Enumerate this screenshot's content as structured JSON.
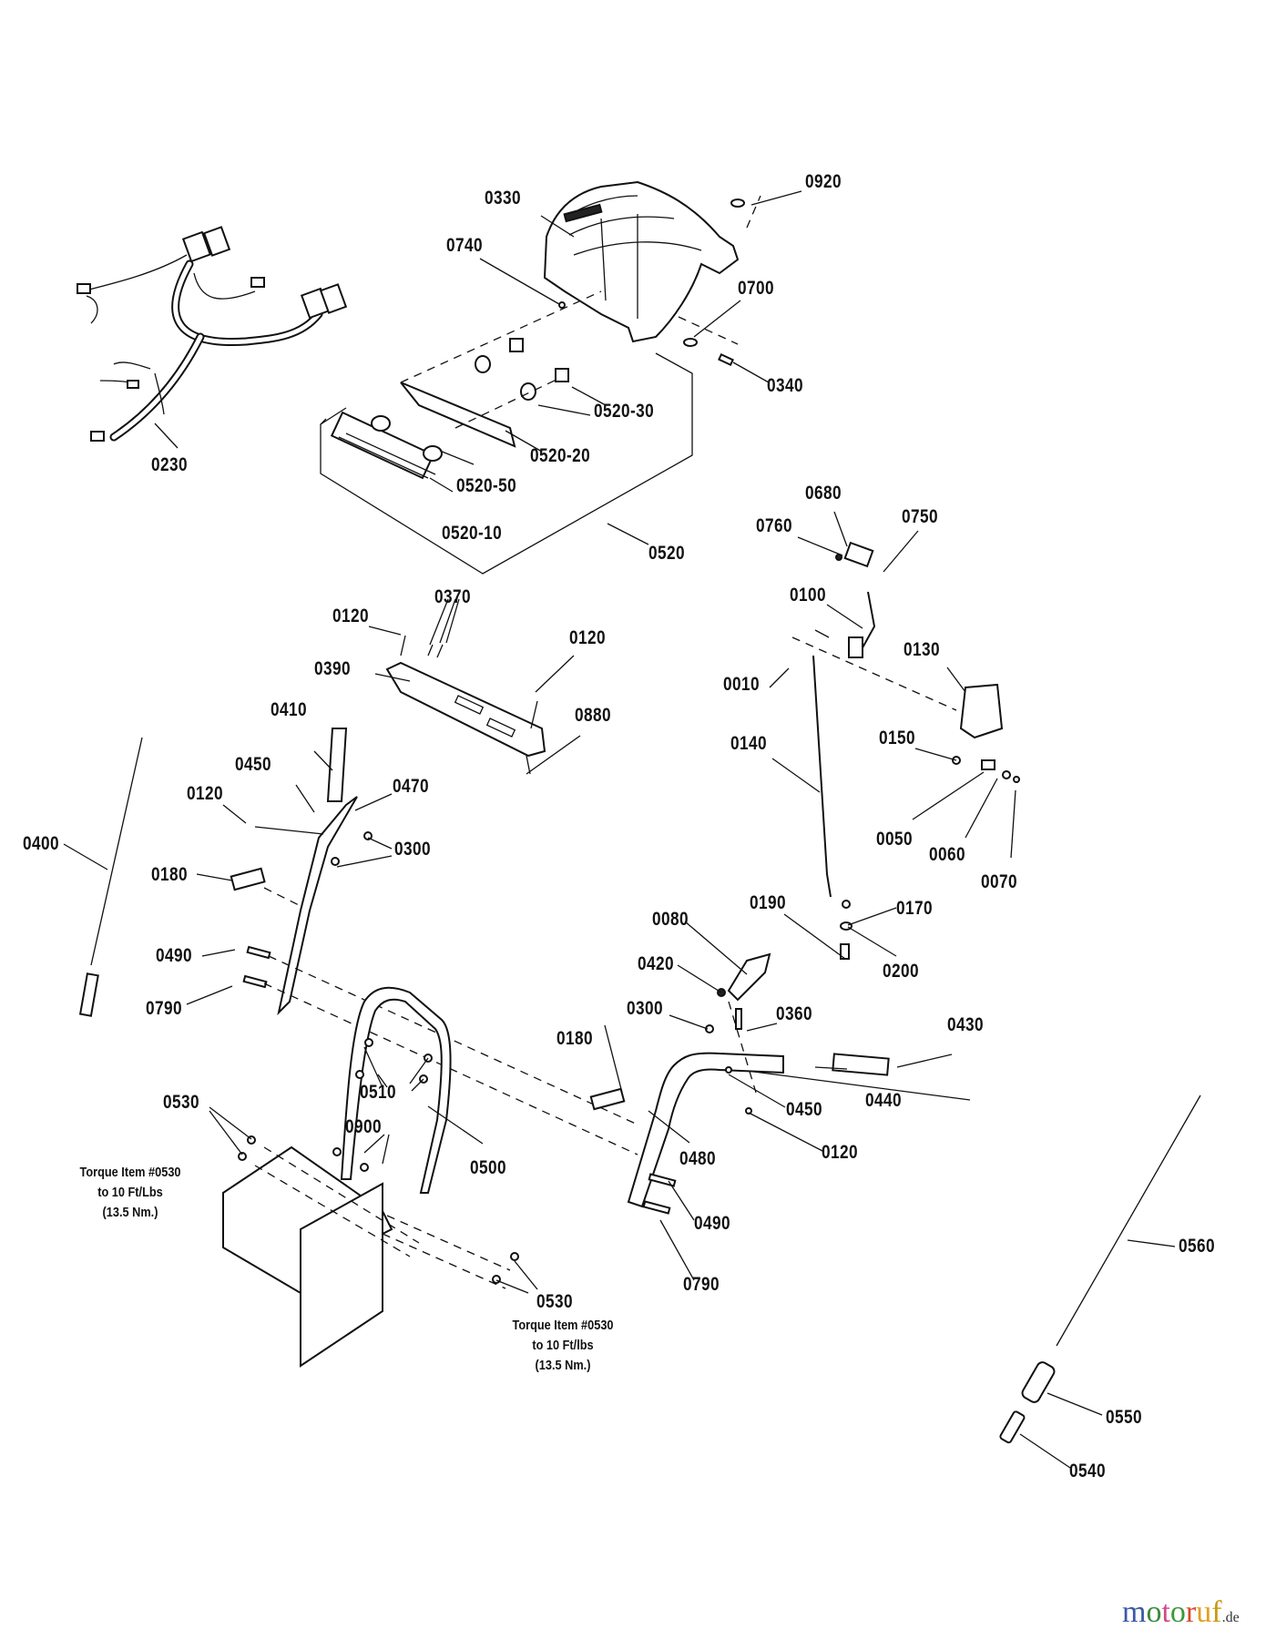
{
  "diagram": {
    "type": "exploded-parts-diagram",
    "subject": "Snow thrower handle, dash panel and control linkage assembly",
    "part_labels": [
      {
        "id": "0920",
        "text": "0920"
      },
      {
        "id": "0330",
        "text": "0330"
      },
      {
        "id": "0740",
        "text": "0740"
      },
      {
        "id": "0700",
        "text": "0700"
      },
      {
        "id": "0340",
        "text": "0340"
      },
      {
        "id": "0520-30",
        "text": "0520-30"
      },
      {
        "id": "0520-20",
        "text": "0520-20"
      },
      {
        "id": "0520-50",
        "text": "0520-50"
      },
      {
        "id": "0520-10",
        "text": "0520-10"
      },
      {
        "id": "0520",
        "text": "0520"
      },
      {
        "id": "0230",
        "text": "0230"
      },
      {
        "id": "0680",
        "text": "0680"
      },
      {
        "id": "0760",
        "text": "0760"
      },
      {
        "id": "0750",
        "text": "0750"
      },
      {
        "id": "0100",
        "text": "0100"
      },
      {
        "id": "0010",
        "text": "0010"
      },
      {
        "id": "0130",
        "text": "0130"
      },
      {
        "id": "0140",
        "text": "0140"
      },
      {
        "id": "0150",
        "text": "0150"
      },
      {
        "id": "0050",
        "text": "0050"
      },
      {
        "id": "0060",
        "text": "0060"
      },
      {
        "id": "0070",
        "text": "0070"
      },
      {
        "id": "0120-a",
        "text": "0120"
      },
      {
        "id": "0370",
        "text": "0370"
      },
      {
        "id": "0120-b",
        "text": "0120"
      },
      {
        "id": "0390",
        "text": "0390"
      },
      {
        "id": "0880",
        "text": "0880"
      },
      {
        "id": "0410",
        "text": "0410"
      },
      {
        "id": "0450-a",
        "text": "0450"
      },
      {
        "id": "0120-c",
        "text": "0120"
      },
      {
        "id": "0470",
        "text": "0470"
      },
      {
        "id": "0300-a",
        "text": "0300"
      },
      {
        "id": "0400",
        "text": "0400"
      },
      {
        "id": "0180-a",
        "text": "0180"
      },
      {
        "id": "0490-a",
        "text": "0490"
      },
      {
        "id": "0790-a",
        "text": "0790"
      },
      {
        "id": "0190",
        "text": "0190"
      },
      {
        "id": "0170",
        "text": "0170"
      },
      {
        "id": "0200",
        "text": "0200"
      },
      {
        "id": "0080",
        "text": "0080"
      },
      {
        "id": "0420",
        "text": "0420"
      },
      {
        "id": "0300-b",
        "text": "0300"
      },
      {
        "id": "0360",
        "text": "0360"
      },
      {
        "id": "0430",
        "text": "0430"
      },
      {
        "id": "0180-b",
        "text": "0180"
      },
      {
        "id": "0510",
        "text": "0510"
      },
      {
        "id": "0440",
        "text": "0440"
      },
      {
        "id": "0450-b",
        "text": "0450"
      },
      {
        "id": "0530-a",
        "text": "0530"
      },
      {
        "id": "0900",
        "text": "0900"
      },
      {
        "id": "0500",
        "text": "0500"
      },
      {
        "id": "0480",
        "text": "0480"
      },
      {
        "id": "0120-d",
        "text": "0120"
      },
      {
        "id": "0490-b",
        "text": "0490"
      },
      {
        "id": "0790-b",
        "text": "0790"
      },
      {
        "id": "0530-b",
        "text": "0530"
      },
      {
        "id": "0560",
        "text": "0560"
      },
      {
        "id": "0550",
        "text": "0550"
      },
      {
        "id": "0540",
        "text": "0540"
      }
    ],
    "notes": [
      {
        "lines": [
          "Torque Item #0530",
          "to 10 Ft/Lbs",
          "(13.5 Nm.)"
        ]
      },
      {
        "lines": [
          "Torque Item #0530",
          "to 10 Ft/lbs",
          "(13.5 Nm.)"
        ]
      }
    ]
  },
  "watermark": {
    "parts": [
      "m",
      "o",
      "t",
      "o",
      "r",
      "u",
      "f"
    ],
    "suffix": ".de"
  }
}
